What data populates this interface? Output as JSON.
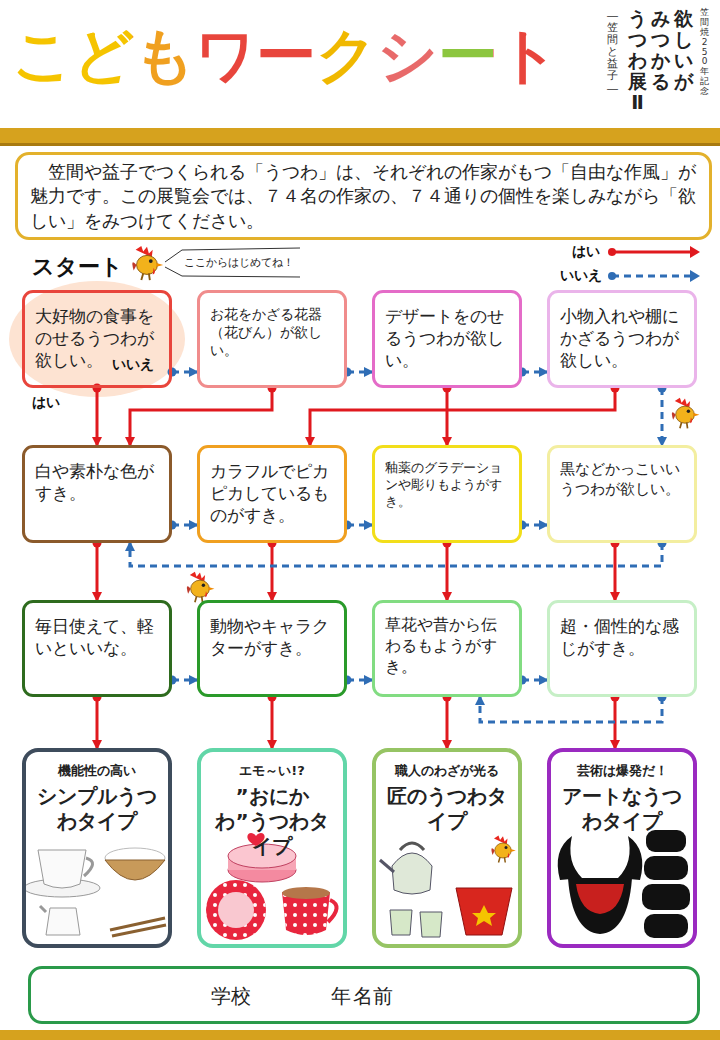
{
  "diagram": {
    "title": "こどもワークシート",
    "nodes": [
      {
        "text": [
          "笠間や益子でつくられる「うつわ」は、それぞれの作家がもつ「自由な作風」が魅力です。この展覧会では、７４名の作家の、７４通りの個性を楽しみながら「欲しい」をみつけてください。"
        ]
      },
      {
        "text": [
          "大好物の食事をのせるうつわが欲しい。"
        ]
      },
      {
        "text": [
          "お花をかざる花器（花びん）が欲しい。"
        ]
      },
      {
        "text": [
          "デザートをのせるうつわが欲しい。"
        ]
      },
      {
        "text": [
          "小物入れや棚にかざるうつわが欲しい。"
        ]
      },
      {
        "text": [
          "白や素朴な色がすき。"
        ]
      },
      {
        "text": [
          "カラフルでピカピカしているものがすき。"
        ]
      },
      {
        "text": [
          "釉薬のグラデーションや彫りもようがすき。"
        ]
      },
      {
        "text": [
          "黒などかっこいいうつわが欲しい。"
        ]
      },
      {
        "text": [
          "毎日使えて、軽いといいな。"
        ]
      },
      {
        "text": [
          "動物やキャラクターがすき。"
        ]
      },
      {
        "text": [
          "草花や昔から伝わるもようがすき。"
        ]
      },
      {
        "text": [
          "超・個性的な感じがすき。"
        ]
      },
      {
        "text": [
          "機能性の高い",
          "シンプルうつわタイプ"
        ]
      },
      {
        "text": [
          "エモ～い!?",
          "”おにかわ”うつわタイプ"
        ]
      },
      {
        "text": [
          "職人のわざが光る",
          "匠のうつわタイプ"
        ]
      },
      {
        "text": [
          "芸術は爆発だ！",
          "アートなうつわタイプ"
        ]
      },
      {
        "text": [
          "学校",
          "年",
          "名前"
        ]
      }
    ],
    "edges": [
      {
        "from": 1,
        "to": 5,
        "arrow": "to"
      },
      {
        "from": 1,
        "to": 2,
        "arrow": "to"
      },
      {
        "from": 2,
        "to": 5,
        "arrow": "to"
      },
      {
        "from": 2,
        "to": 3,
        "arrow": "to"
      },
      {
        "from": 3,
        "to": 7,
        "arrow": "to"
      },
      {
        "from": 3,
        "to": 4,
        "arrow": "to"
      },
      {
        "from": 4,
        "to": 6,
        "arrow": "to"
      },
      {
        "from": 4,
        "to": 8,
        "arrow": "to"
      },
      {
        "from": 5,
        "to": 9,
        "arrow": "to"
      },
      {
        "from": 5,
        "to": 6,
        "arrow": "to"
      },
      {
        "from": 6,
        "to": 10,
        "arrow": "to"
      },
      {
        "from": 6,
        "to": 7,
        "arrow": "to"
      },
      {
        "from": 7,
        "to": 11,
        "arrow": "to"
      },
      {
        "from": 7,
        "to": 8,
        "arrow": "to"
      },
      {
        "from": 8,
        "to": 12,
        "arrow": "to"
      },
      {
        "from": 8,
        "to": 5,
        "arrow": "to"
      },
      {
        "from": 9,
        "to": 13,
        "arrow": "to"
      },
      {
        "from": 9,
        "to": 10,
        "arrow": "to"
      },
      {
        "from": 10,
        "to": 14,
        "arrow": "to"
      },
      {
        "from": 10,
        "to": 11,
        "arrow": "to"
      },
      {
        "from": 11,
        "to": 15,
        "arrow": "to"
      },
      {
        "from": 11,
        "to": 12,
        "arrow": "to"
      },
      {
        "from": 12,
        "to": 16,
        "arrow": "to"
      },
      {
        "from": 12,
        "to": 11,
        "arrow": "to"
      }
    ],
    "labels": [
      "笠間焼250年記念",
      "欲しいが",
      "みつかる",
      "うつわ展Ⅱ",
      "―笠間と益子―",
      "スタート",
      "ここからはじめてね！",
      "いいえ",
      "はい"
    ],
    "legend": [
      {
        "text": "はい"
      },
      {
        "text": "いいえ"
      }
    ]
  }
}
